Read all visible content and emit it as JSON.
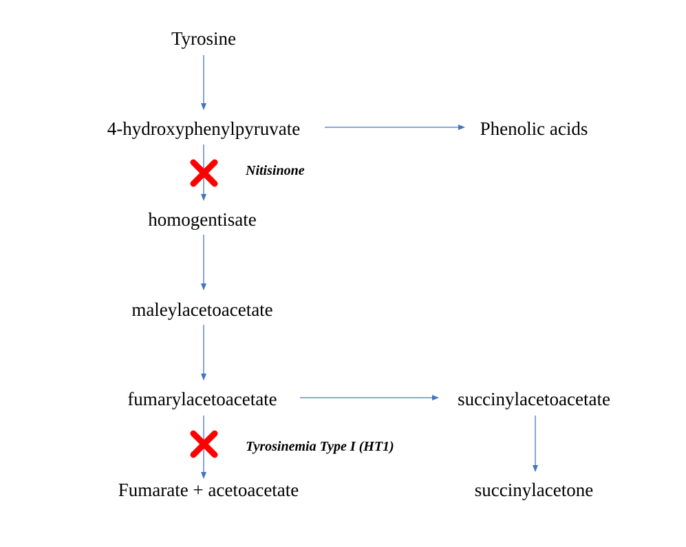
{
  "nodes": {
    "tyrosine": "Tyrosine",
    "hydroxyphenylpyruvate": "4-hydroxyphenylpyruvate",
    "phenolic_acids": "Phenolic acids",
    "homogentisate": "homogentisate",
    "maleylacetoacetate": "maleylacetoacetate",
    "fumarylacetoacetate": "fumarylacetoacetate",
    "succinylacetoacetate": "succinylacetoacetate",
    "fumarate_acetoacetate": "Fumarate + acetoacetate",
    "succinylacetone": "succinylacetone"
  },
  "annotations": {
    "nitisinone": "Nitisinone",
    "ht1": "Tyrosinemia Type I (HT1)"
  },
  "icons": {
    "block": "cross-x-icon"
  },
  "colors": {
    "arrow": "#4472C4",
    "block": "#FF0000",
    "text": "#000000"
  }
}
